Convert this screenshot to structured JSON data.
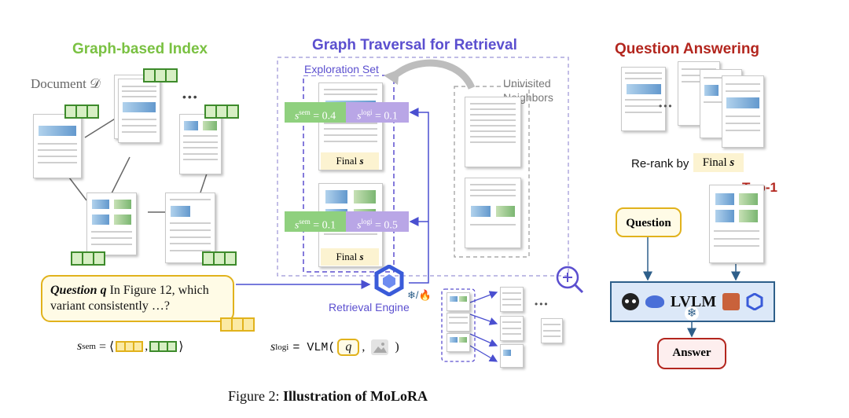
{
  "titles": {
    "graph_index": "Graph-based Index",
    "traversal": "Graph Traversal for Retrieval",
    "qa": "Question Answering"
  },
  "colors": {
    "green_title": "#7ac142",
    "purple_title": "#5b4fcf",
    "red_title": "#b3261e",
    "sem_badge": "#8fd07e",
    "logi_badge": "#b9a6e6",
    "engine_blue": "#3a5bd9"
  },
  "left": {
    "document_label": "Document 𝒟",
    "ellipsis": "•••",
    "question_bold": "Question q",
    "question_rest": " In Figure 12, which variant consistently …?",
    "s_sem_formula_lhs": "s",
    "s_sem_formula_sup": "sem",
    "s_sem_formula_rhs": "= ⟨",
    "s_sem_comma": ",",
    "s_sem_close": "⟩"
  },
  "middle": {
    "exploration_set": "Exploration Set",
    "unvisited_neighbors": "Univisited Neighbors",
    "scores": [
      {
        "sem": "= 0.4",
        "logi": "= 0.1"
      },
      {
        "sem": "= 0.1",
        "logi": "= 0.5"
      }
    ],
    "sem_sup": "sem",
    "logi_sup": "logi",
    "s_letter": "s",
    "final_label": "Final ",
    "final_var": "s",
    "retrieval_engine": "Retrieval Engine",
    "engine_badge": "❄/🔥",
    "vlm_lhs": "s",
    "vlm_sup": "logi",
    "vlm_eq": "= VLM(",
    "vlm_q": "q",
    "vlm_comma": ",",
    "vlm_close": ")",
    "ellipsis": "•••"
  },
  "right": {
    "ellipsis": "•••",
    "rerank_by": "Re-rank by",
    "final_label": "Final ",
    "final_var": "s",
    "top1": "Top-1",
    "question_box": "Question",
    "lvlm": "LVLM",
    "answer": "Answer",
    "frozen": "❄"
  },
  "caption": {
    "prefix": "Figure 2: ",
    "bold": "Illustration of MoLoRA"
  }
}
